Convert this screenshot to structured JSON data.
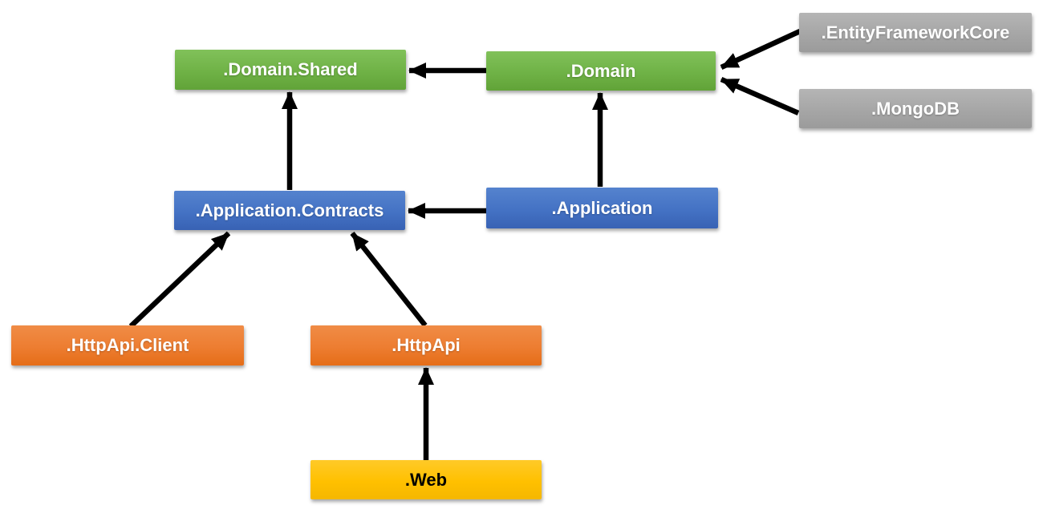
{
  "diagram": {
    "type": "dependency-diagram",
    "nodes": {
      "domain_shared": {
        "label": ".Domain.Shared",
        "color": "#70AD47",
        "text_color": "#ffffff"
      },
      "domain": {
        "label": ".Domain",
        "color": "#70AD47",
        "text_color": "#ffffff"
      },
      "entity_framework_core": {
        "label": ".EntityFrameworkCore",
        "color": "#A6A6A6",
        "text_color": "#ffffff"
      },
      "mongodb": {
        "label": ".MongoDB",
        "color": "#A6A6A6",
        "text_color": "#ffffff"
      },
      "application_contracts": {
        "label": ".Application.Contracts",
        "color": "#4472C4",
        "text_color": "#ffffff"
      },
      "application": {
        "label": ".Application",
        "color": "#4472C4",
        "text_color": "#ffffff"
      },
      "httpapi_client": {
        "label": ".HttpApi.Client",
        "color": "#ED7D31",
        "text_color": "#ffffff"
      },
      "httpapi": {
        "label": ".HttpApi",
        "color": "#ED7D31",
        "text_color": "#ffffff"
      },
      "web": {
        "label": ".Web",
        "color": "#FFC000",
        "text_color": "#000000"
      }
    },
    "edges": [
      {
        "from": ".Domain",
        "to": ".Domain.Shared"
      },
      {
        "from": ".EntityFrameworkCore",
        "to": ".Domain"
      },
      {
        "from": ".MongoDB",
        "to": ".Domain"
      },
      {
        "from": ".Application.Contracts",
        "to": ".Domain.Shared"
      },
      {
        "from": ".Application",
        "to": ".Domain"
      },
      {
        "from": ".Application",
        "to": ".Application.Contracts"
      },
      {
        "from": ".HttpApi.Client",
        "to": ".Application.Contracts"
      },
      {
        "from": ".HttpApi",
        "to": ".Application.Contracts"
      },
      {
        "from": ".Web",
        "to": ".HttpApi"
      }
    ],
    "edge_color": "#000000"
  }
}
